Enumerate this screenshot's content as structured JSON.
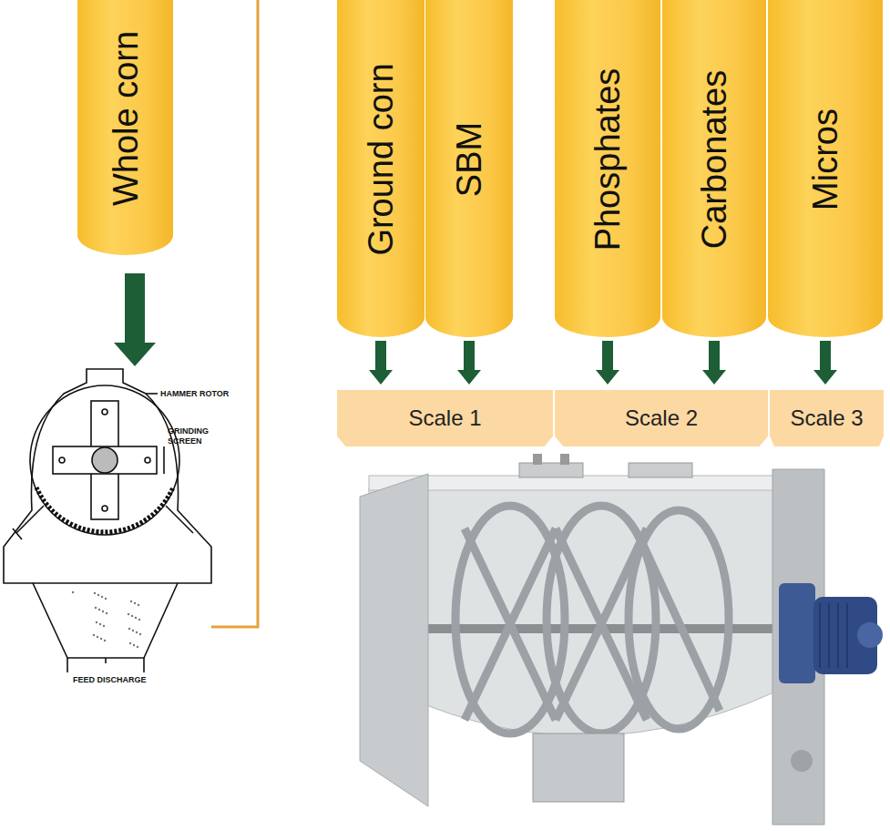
{
  "diagram": {
    "nodes": [
      {
        "text": [
          "Whole corn"
        ]
      },
      {
        "text": [
          "Ground corn"
        ]
      },
      {
        "text": [
          "SBM"
        ]
      },
      {
        "text": [
          "Phosphates"
        ]
      },
      {
        "text": [
          "Carbonates"
        ]
      },
      {
        "text": [
          "Micros"
        ]
      },
      {
        "text": [
          "Scale 1"
        ]
      },
      {
        "text": [
          "Scale 2"
        ]
      },
      {
        "text": [
          "Scale 3"
        ]
      }
    ],
    "edges": [
      {
        "from": 1,
        "to": 6,
        "arrow": "to"
      },
      {
        "from": 2,
        "to": 6,
        "arrow": "to"
      },
      {
        "from": 3,
        "to": 7,
        "arrow": "to"
      },
      {
        "from": 4,
        "to": 7,
        "arrow": "to"
      },
      {
        "from": 5,
        "to": 8,
        "arrow": "to"
      }
    ],
    "labels": [
      "HAMMER ROTOR",
      "GRINDING SCREEN",
      "FEED DISCHARGE"
    ]
  }
}
